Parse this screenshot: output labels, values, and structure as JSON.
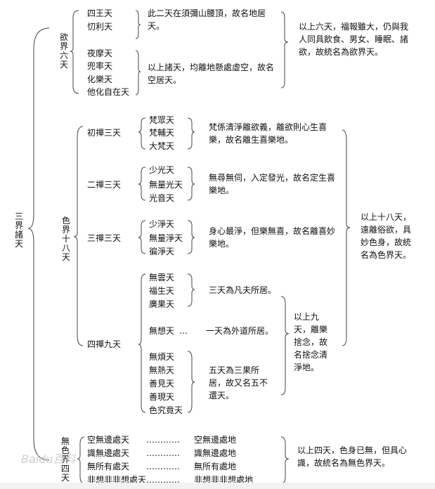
{
  "root": "三界諸天",
  "desire": {
    "label": "欲界六天",
    "g1": {
      "heavens": [
        "四王天",
        "忉利天"
      ],
      "note": "此二天在須彌山腰頂，故名地居天。"
    },
    "g2": {
      "heavens": [
        "夜摩天",
        "兜率天",
        "化樂天",
        "他化自在天"
      ],
      "note": "以上諸天，均離地懸處虛空，故名空居天。"
    },
    "summary": "以上六天，福報雖大，仍與我人同具飲食、男女、睡眠、諸欲，故統名為欲界天。"
  },
  "form": {
    "label": "色界十八天",
    "dhyana1": {
      "label": "初禪三天",
      "heavens": [
        "梵眾天",
        "梵輔天",
        "大梵天"
      ],
      "note": "梵係清淨離欲義，離欲則心生喜樂，故名離生喜樂地。"
    },
    "dhyana2": {
      "label": "二禪三天",
      "heavens": [
        "少光天",
        "無量光天",
        "光音天"
      ],
      "note": "無尋無伺，入定發光，故名定生喜樂地。"
    },
    "dhyana3": {
      "label": "三禪三天",
      "heavens": [
        "少淨天",
        "無量淨天",
        "徧淨天"
      ],
      "note": "身心最淨，但樂無喜，故名離喜妙樂地。"
    },
    "dhyana4": {
      "label": "四禪九天",
      "a": {
        "heavens": [
          "無雲天",
          "福生天",
          "廣果天"
        ],
        "note": "三天為凡夫所居。"
      },
      "b": {
        "heaven": "無想天",
        "dots": "…",
        "note": "一天為外道所居。"
      },
      "c": {
        "heavens": [
          "無煩天",
          "無熱天",
          "善見天",
          "善現天",
          "色究竟天"
        ],
        "note": "五天為三果所居，故又名五不還天。"
      },
      "summary": "以上九天，離樂捨念，故名捨念清淨地。"
    },
    "summary": "以上十八天，遠離俗欲，具妙色身，故統名為色界天。"
  },
  "formless": {
    "label": "無色界四天",
    "rows": [
      {
        "heaven": "空無邊處天",
        "dots": "…………",
        "place": "空無邊處地"
      },
      {
        "heaven": "識無邊處天",
        "dots": "…………",
        "place": "識無邊處地"
      },
      {
        "heaven": "無所有處天",
        "dots": "…………",
        "place": "無所有處地"
      },
      {
        "heaven": "非想非非想處天",
        "dots": "…………",
        "place": "非想非非想處地"
      }
    ],
    "summary": "以上四天，色身已無，但具心識，故統名為無色界天。"
  },
  "watermark": "Baidu百科"
}
